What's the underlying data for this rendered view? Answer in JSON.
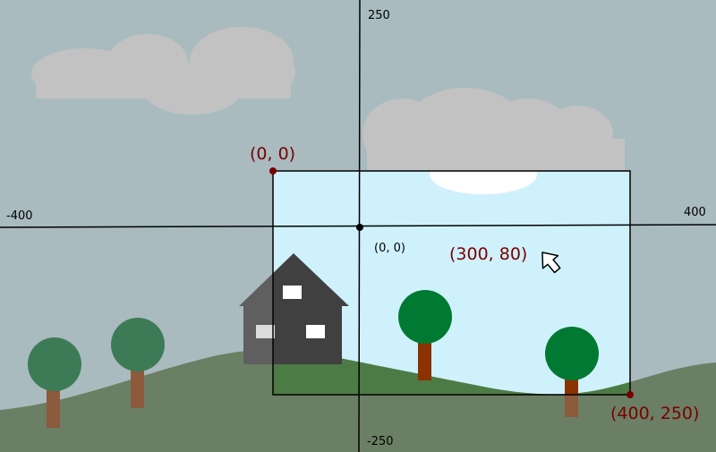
{
  "axes": {
    "x_min_label": "-400",
    "x_max_label": "400",
    "y_max_label": "250",
    "y_min_label": "-250",
    "origin_label": "(0, 0)"
  },
  "viewport": {
    "top_left_label": "(0, 0)",
    "bottom_right_label": "(400, 250)",
    "cursor_label": "(300, 80)"
  },
  "colors": {
    "sky_outside": "#a9bbbf",
    "sky_inside": "#cff1fb",
    "cloud_outside": "#c2c2c2",
    "cloud_inside": "#ffffff",
    "ground_outside": "#6b7f64",
    "ground_inside": "#4d7b46",
    "tree_outside": "#3d7b57",
    "tree_inside": "#007a33",
    "trunk_outside": "#8c5a3c",
    "trunk_inside": "#8a3200",
    "house_outside": "#5f5f5f",
    "house_inside": "#404040",
    "point_label": "#7a0000",
    "point_marker": "#7a0000"
  },
  "icons": {
    "cursor": "arrow-cursor-icon"
  }
}
